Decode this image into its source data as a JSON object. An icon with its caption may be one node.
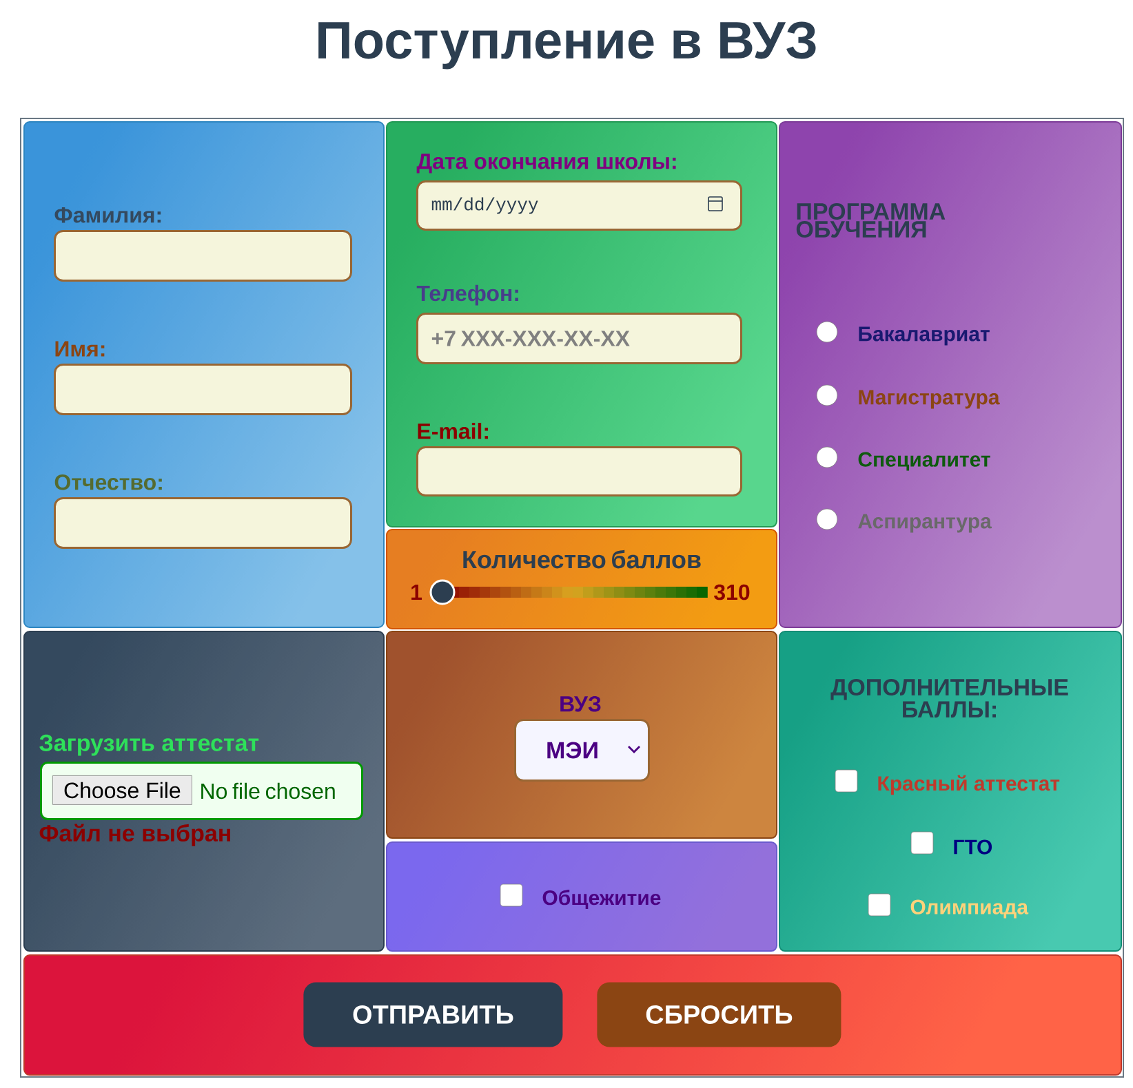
{
  "diagram": {
    "title": "Поступление в ВУЗ",
    "nodes": [
      {
        "text": [],
        "shape": "box"
      },
      {
        "text": [
          "Фамилия:"
        ],
        "in": 0
      },
      {
        "text": [
          "Имя:"
        ],
        "in": 0
      },
      {
        "text": [
          "Отчество:"
        ],
        "in": 0
      },
      {
        "text": [],
        "shape": "box"
      },
      {
        "text": [
          "Дата окончания школы:",
          "mm/dd/yyyy"
        ],
        "in": 4
      },
      {
        "text": [
          "Телефон:",
          "+7 XXX-XXX-XX-XX"
        ],
        "in": 4
      },
      {
        "text": [
          "E-mail:"
        ],
        "in": 4
      },
      {
        "text": [
          "ПРОГРАММА ОБУЧЕНИЯ"
        ]
      },
      {
        "text": [],
        "shape": "circle",
        "beside": [
          "Бакалавриат"
        ],
        "in": 8
      },
      {
        "text": [],
        "shape": "circle",
        "beside": [
          "Магистратура"
        ],
        "in": 8
      },
      {
        "text": [],
        "shape": "circle",
        "beside": [
          "Специалитет"
        ],
        "in": 8
      },
      {
        "text": [],
        "shape": "circle",
        "beside": [
          "Аспирантура"
        ],
        "in": 8
      },
      {
        "text": [
          "Количество баллов"
        ]
      },
      {
        "text": [],
        "shape": "box"
      },
      {
        "text": [
          "Загрузить аттестат",
          "No file chosen"
        ],
        "beside": [
          "Файл не выбран"
        ],
        "in": 14
      },
      {
        "text": [
          "Choose File"
        ],
        "in": 15
      },
      {
        "text": [],
        "shape": "box"
      },
      {
        "text": [
          "ВУЗ",
          "МЭИ"
        ],
        "in": 17
      },
      {
        "text": [],
        "shape": "box"
      },
      {
        "text": [],
        "shape": "box",
        "beside": [
          "Общежитие"
        ],
        "in": 19
      },
      {
        "text": [
          "ДОПОЛНИТЕЛЬНЫЕ БАЛЛЫ:"
        ]
      },
      {
        "text": [],
        "shape": "box",
        "beside": [
          "Красный аттестат"
        ],
        "in": 21
      },
      {
        "text": [],
        "shape": "box",
        "beside": [
          "ГТО"
        ],
        "in": 21
      },
      {
        "text": [],
        "shape": "box",
        "beside": [
          "Олимпиада"
        ],
        "in": 21
      },
      {
        "text": [],
        "shape": "box"
      },
      {
        "text": [
          "ОТПРАВИТЬ"
        ],
        "in": 25
      },
      {
        "text": [
          "СБРОСИТЬ"
        ],
        "in": 25
      }
    ],
    "labels": [
      "1",
      "310"
    ]
  }
}
